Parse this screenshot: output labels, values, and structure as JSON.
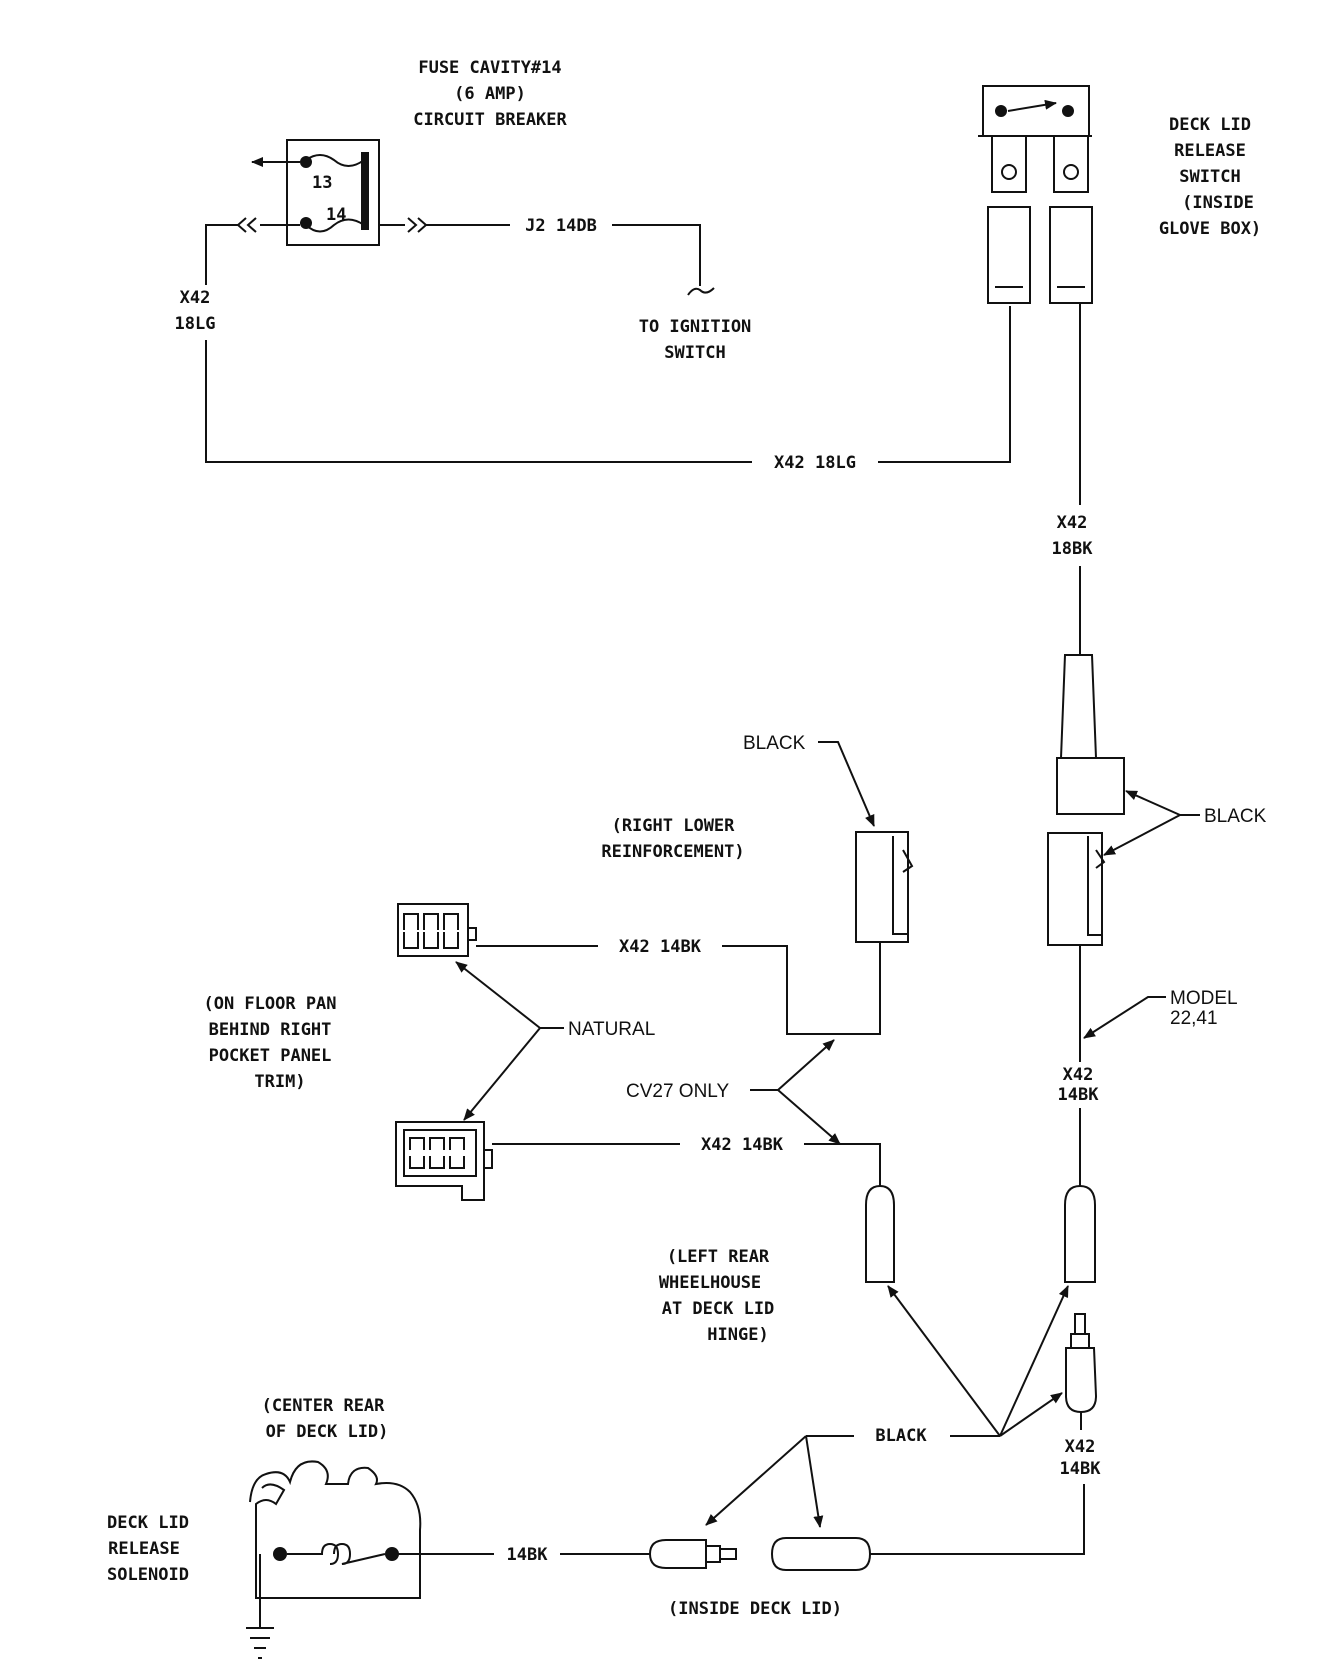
{
  "labels": {
    "fuse_l1": "FUSE CAVITY#14",
    "fuse_l2": "(6 AMP)",
    "fuse_l3": "CIRCUIT BREAKER",
    "pin13": "13",
    "pin14": "14",
    "j2": "J2 14DB",
    "x42_left_l1": "X42",
    "x42_left_l2": "18LG",
    "ign_l1": "TO IGNITION",
    "ign_l2": "SWITCH",
    "switch_l1": "DECK LID",
    "switch_l2": "RELEASE",
    "switch_l3": "SWITCH",
    "switch_l4": "(INSIDE",
    "switch_l5": "GLOVE BOX)",
    "x42_18lg": "X42 18LG",
    "x42_18bk_l1": "X42",
    "x42_18bk_l2": "18BK",
    "black_top": "BLACK",
    "black_right": "BLACK",
    "rlr_l1": "(RIGHT LOWER",
    "rlr_l2": "REINFORCEMENT)",
    "x42_14bk_upper": "X42 14BK",
    "x42_14bk_lower": "X42 14BK",
    "floor_l1": "(ON FLOOR PAN",
    "floor_l2": "BEHIND RIGHT",
    "floor_l3": "POCKET PANEL",
    "floor_l4": "TRIM)",
    "natural": "NATURAL",
    "cv27": "CV27 ONLY",
    "model_l1": "MODEL",
    "model_l2": "22,41",
    "x42_mid_l1": "X42",
    "x42_mid_l2": "14BK",
    "wheel_l1": "(LEFT REAR",
    "wheel_l2": "WHEELHOUSE",
    "wheel_l3": "AT DECK LID",
    "wheel_l4": "HINGE)",
    "center_l1": "(CENTER REAR",
    "center_l2": "OF DECK LID)",
    "black_bottom": "BLACK",
    "x42_low_l1": "X42",
    "x42_low_l2": "14BK",
    "solenoid_l1": "DECK LID",
    "solenoid_l2": "RELEASE",
    "solenoid_l3": "SOLENOID",
    "wire_14bk": "14BK",
    "inside_deck": "(INSIDE DECK LID)"
  }
}
